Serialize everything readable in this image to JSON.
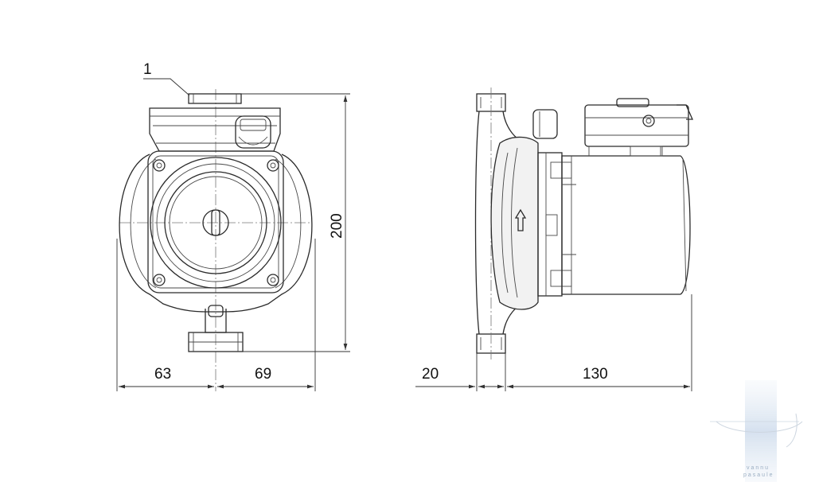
{
  "labels": {
    "callout": "1",
    "height": "200",
    "front_left_width": "63",
    "front_right_width": "69",
    "side_flange_width": "20",
    "side_body_width": "130"
  },
  "watermark": {
    "line1": "vannu",
    "line2": "pasaule"
  },
  "colors": {
    "line": "#2b2b2b",
    "watermark": "#8aa0b8"
  }
}
